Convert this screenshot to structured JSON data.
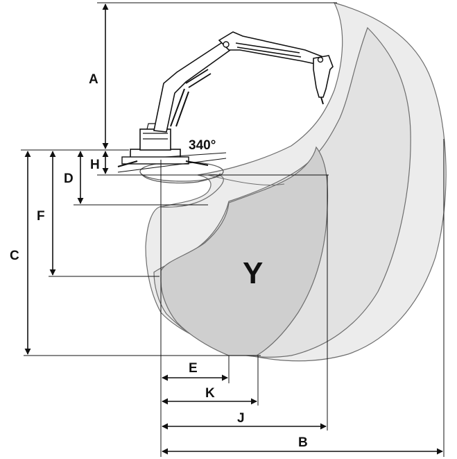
{
  "rotation": "340°",
  "zone": "Y",
  "dimensions": {
    "a": "A",
    "b": "B",
    "c": "C",
    "d": "D",
    "e": "E",
    "f": "F",
    "h": "H",
    "j": "J",
    "k": "K"
  },
  "colors": {
    "outer_envelope": "#ececec",
    "mid_envelope": "#e2e2e2",
    "inner_zone": "#cfcfcf",
    "outline": "#6d6d6d",
    "dimension_line": "#111111"
  }
}
